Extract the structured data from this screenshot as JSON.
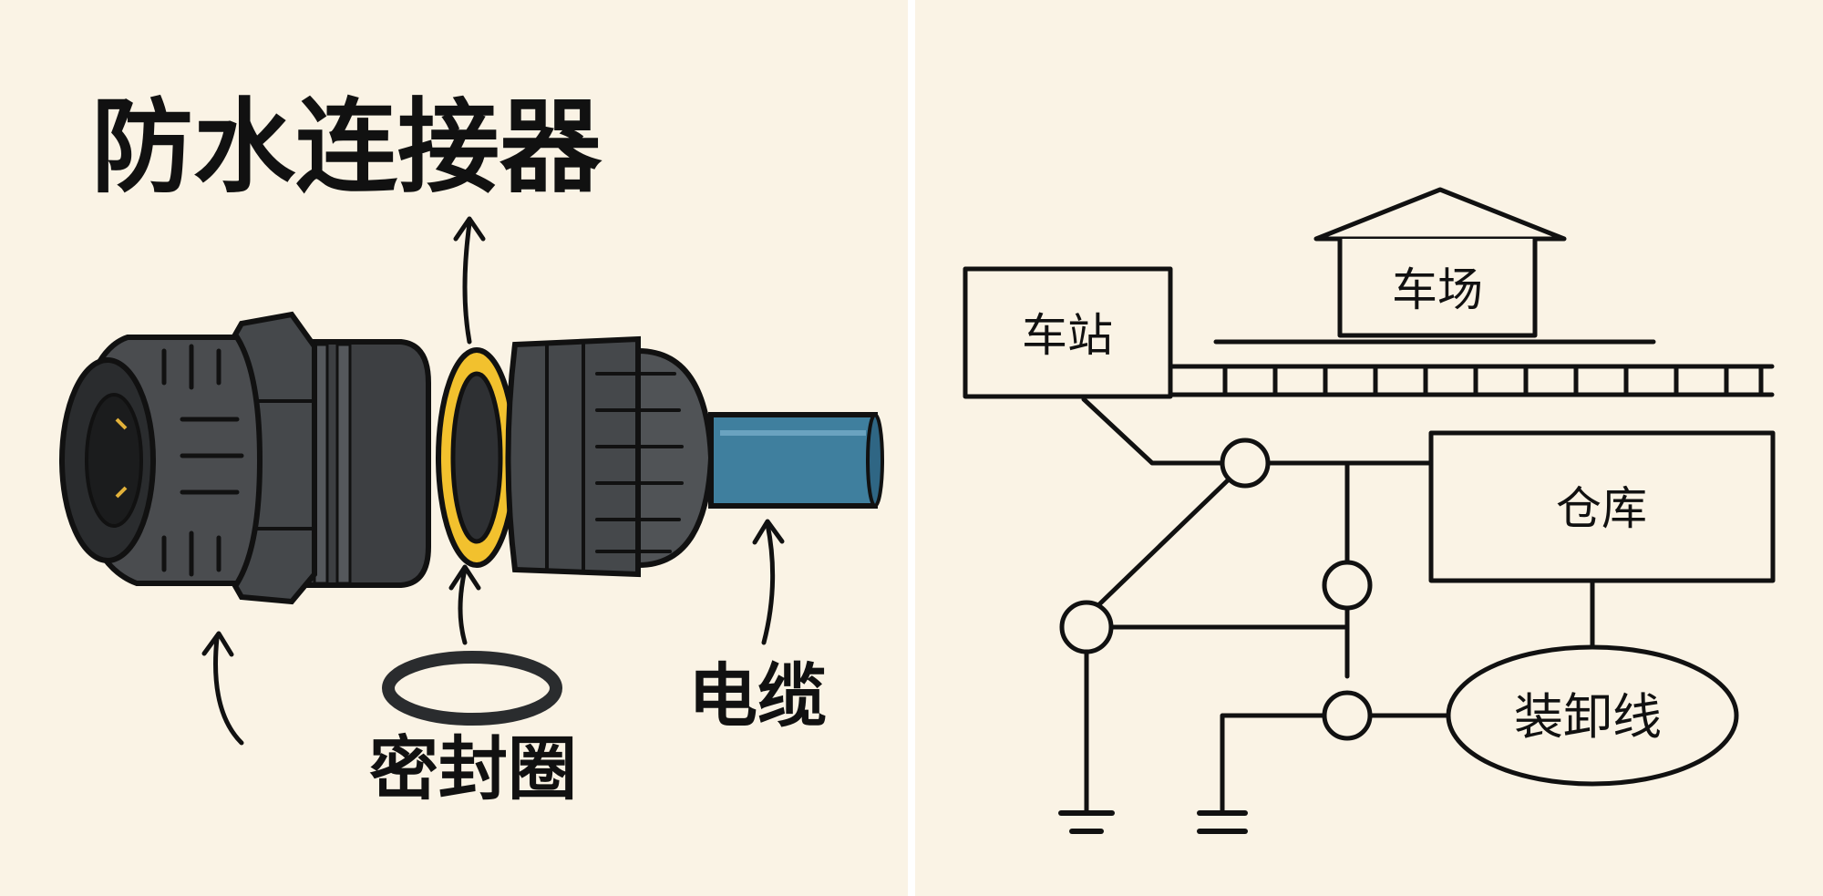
{
  "left_panel": {
    "title": "防水连接器",
    "labels": {
      "seal": "密封圈",
      "cable": "电缆"
    }
  },
  "right_panel": {
    "labels": {
      "station": "车站",
      "yard": "车场",
      "warehouse": "仓库",
      "loading_line": "装卸线"
    }
  },
  "colors": {
    "background": "#faf3e5",
    "connector_body": "#4a4c4f",
    "connector_dark": "#2a2c2e",
    "seal_ring": "#f2c12e",
    "cable": "#3f7f9e",
    "line": "#111111"
  }
}
